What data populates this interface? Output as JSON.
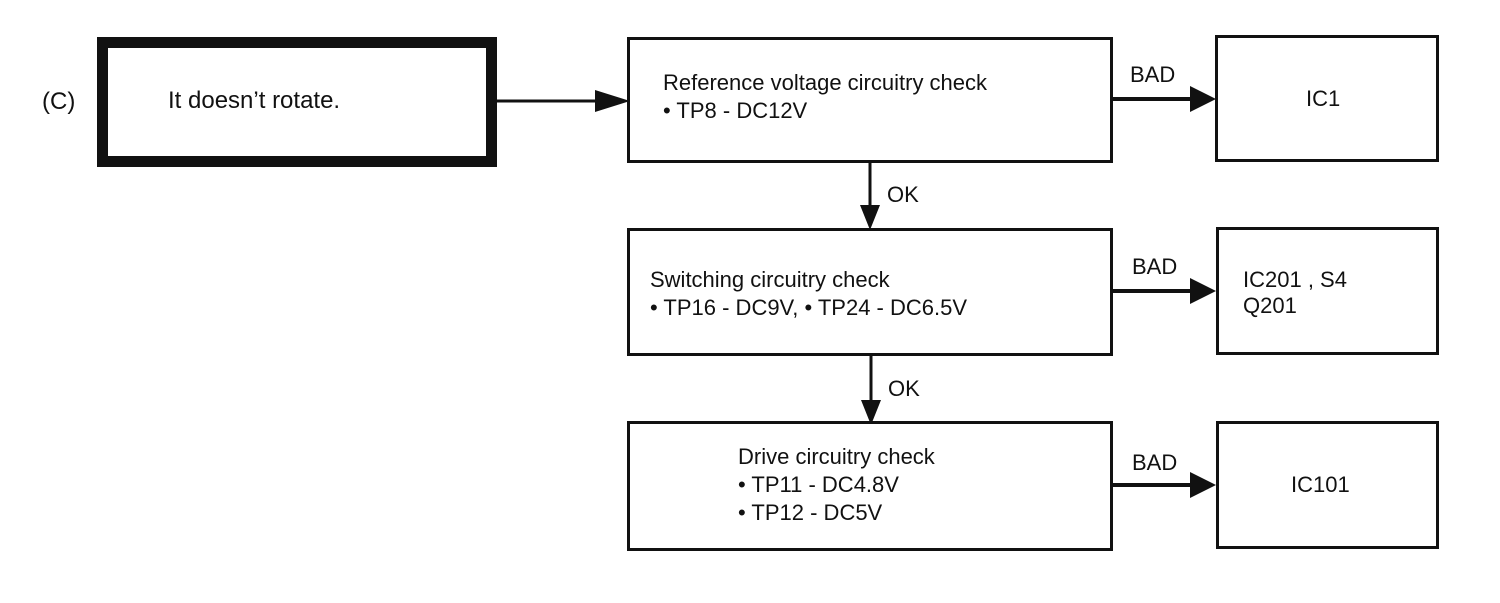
{
  "diagram": {
    "section_label": "(C)",
    "start": {
      "text": "It doesn’t rotate."
    },
    "checks": [
      {
        "title": "Reference voltage circuitry check",
        "items": [
          "• TP8 - DC12V"
        ],
        "bad_label": "BAD",
        "result": [
          "IC1"
        ]
      },
      {
        "title": "Switching circuitry check",
        "items": [
          "• TP16 - DC9V, • TP24 - DC6.5V"
        ],
        "bad_label": "BAD",
        "result": [
          "IC201 , S4",
          "Q201"
        ]
      },
      {
        "title": "Drive circuitry check",
        "items": [
          "• TP11 - DC4.8V",
          "• TP12 - DC5V"
        ],
        "bad_label": "BAD",
        "result": [
          "IC101"
        ]
      }
    ],
    "ok_labels": [
      "OK",
      "OK"
    ]
  }
}
